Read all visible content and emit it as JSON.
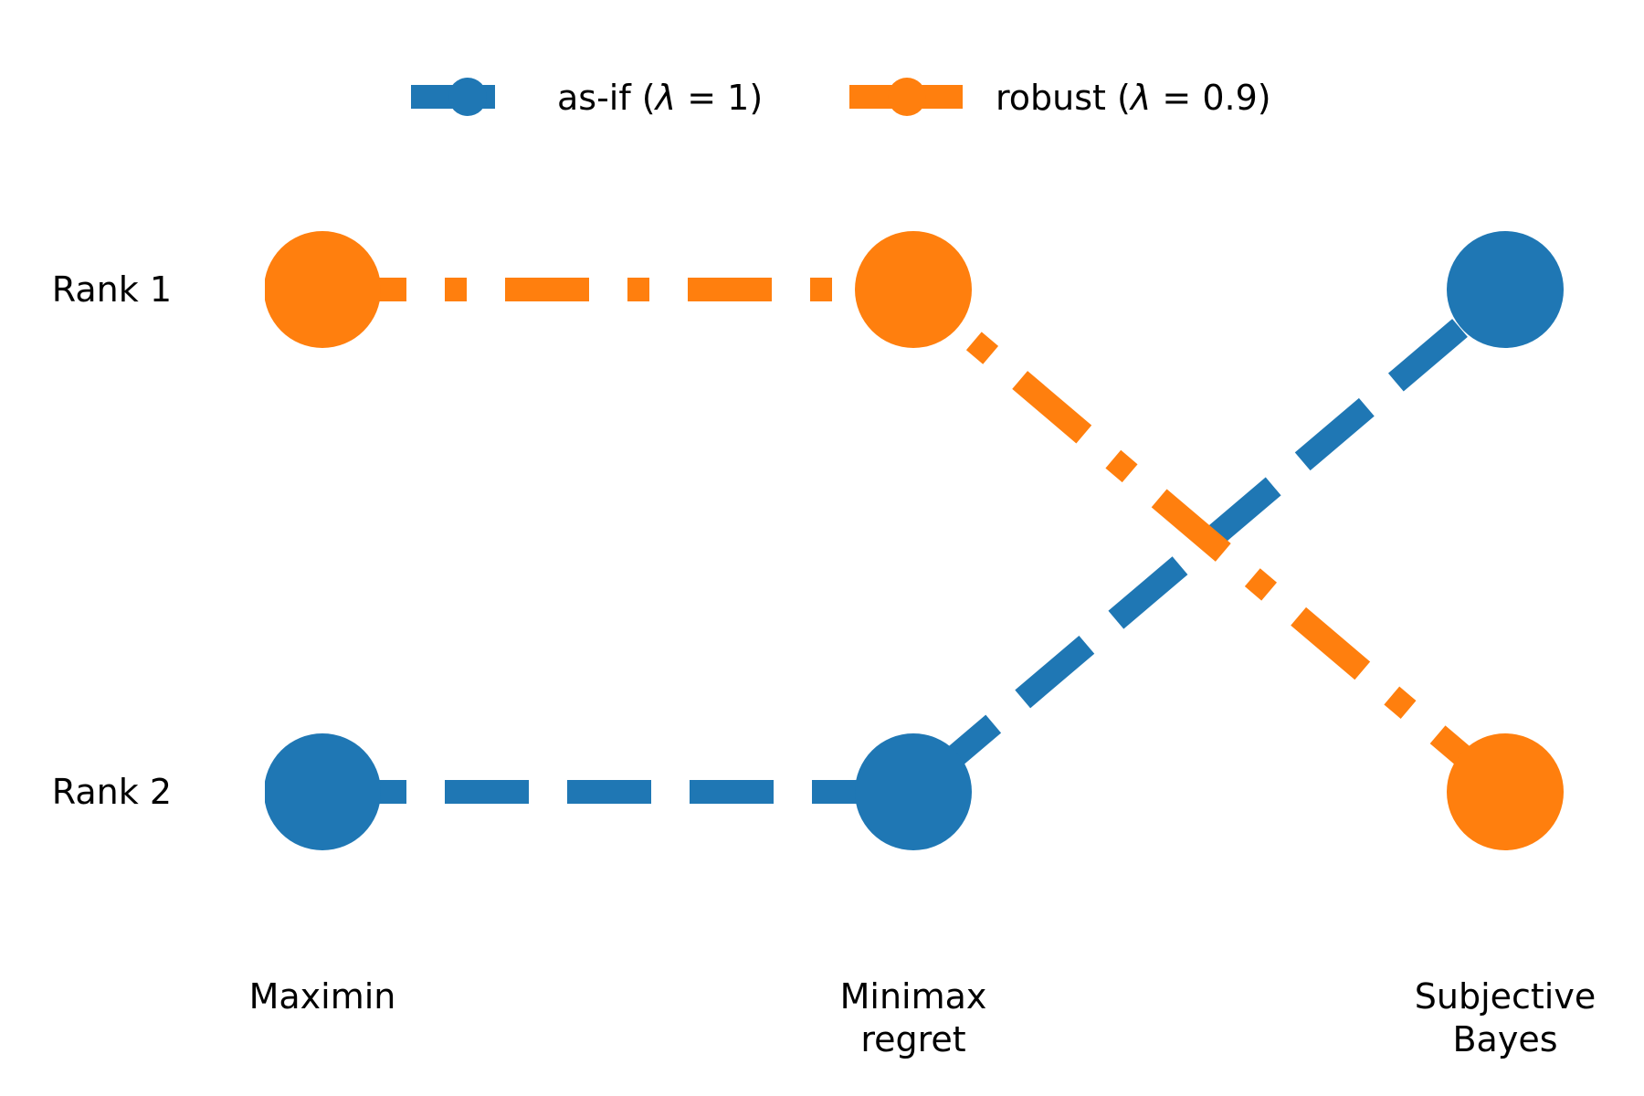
{
  "chart_data": {
    "type": "line",
    "categories": [
      "Maximin",
      "Minimax regret",
      "Subjective Bayes"
    ],
    "category_lines": [
      [
        "Maximin"
      ],
      [
        "Minimax",
        "regret"
      ],
      [
        "Subjective",
        "Bayes"
      ]
    ],
    "y_ticks": [
      {
        "value": 1,
        "label": "Rank 1"
      },
      {
        "value": 2,
        "label": "Rank 2"
      }
    ],
    "y_inverted": true,
    "series": [
      {
        "name": "as-if (λ = 1)",
        "name_parts": {
          "prefix": "as-if (",
          "symbol": "λ",
          "suffix": " = 1)"
        },
        "values": [
          2,
          2,
          1
        ],
        "color": "#1f77b4",
        "linestyle": "dashed"
      },
      {
        "name": "robust (λ = 0.9)",
        "name_parts": {
          "prefix": "robust (",
          "symbol": "λ",
          "suffix": " = 0.9)"
        },
        "values": [
          1,
          1,
          2
        ],
        "color": "#ff7f0e",
        "linestyle": "dashdot"
      }
    ],
    "legend_position": "top-center",
    "grid": false
  }
}
